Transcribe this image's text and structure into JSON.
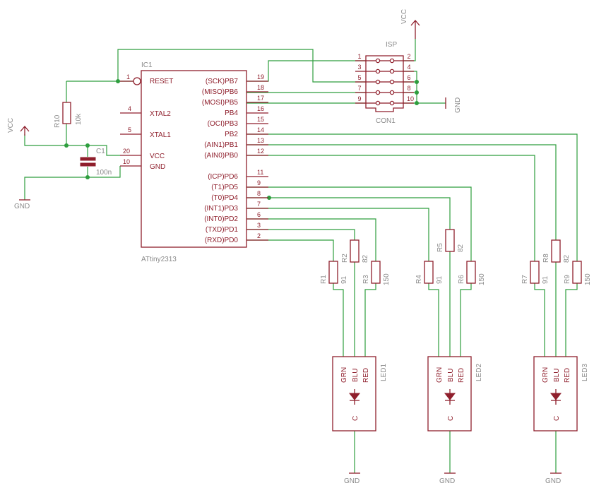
{
  "ic": {
    "name": "IC1",
    "part": "ATtiny2313",
    "left_pins": [
      {
        "num": "1",
        "label": "RESET"
      },
      {
        "num": "4",
        "label": "XTAL2"
      },
      {
        "num": "5",
        "label": "XTAL1"
      },
      {
        "num": "20",
        "label": "VCC"
      },
      {
        "num": "10",
        "label": "GND"
      }
    ],
    "right_pins": [
      {
        "num": "19",
        "label": "(SCK)PB7"
      },
      {
        "num": "18",
        "label": "(MISO)PB6"
      },
      {
        "num": "17",
        "label": "(MOSI)PB5"
      },
      {
        "num": "16",
        "label": "PB4"
      },
      {
        "num": "15",
        "label": "(OCI)PB3"
      },
      {
        "num": "14",
        "label": "PB2"
      },
      {
        "num": "13",
        "label": "(AIN1)PB1"
      },
      {
        "num": "12",
        "label": "(AIN0)PB0"
      },
      {
        "num": "11",
        "label": "(ICP)PD6"
      },
      {
        "num": "9",
        "label": "(T1)PD5"
      },
      {
        "num": "8",
        "label": "(T0)PD4"
      },
      {
        "num": "7",
        "label": "(INT1)PD3"
      },
      {
        "num": "6",
        "label": "(INT0)PD2"
      },
      {
        "num": "3",
        "label": "(TXD)PD1"
      },
      {
        "num": "2",
        "label": "(RXD)PD0"
      }
    ]
  },
  "isp": {
    "title": "ISP",
    "name": "CON1",
    "left_nums": [
      "1",
      "3",
      "5",
      "7",
      "9"
    ],
    "right_nums": [
      "2",
      "4",
      "6",
      "8",
      "10"
    ]
  },
  "supplies": {
    "vcc_top": "VCC",
    "vcc_left": "VCC",
    "gnd_isp": "GND",
    "gnd_left": "GND",
    "gnd_led1": "GND",
    "gnd_led2": "GND",
    "gnd_led3": "GND"
  },
  "r10": {
    "name": "R10",
    "value": "10k"
  },
  "c1": {
    "name": "C1",
    "value": "100n"
  },
  "resistors": [
    {
      "name": "R1",
      "value": "91"
    },
    {
      "name": "R2",
      "value": "82"
    },
    {
      "name": "R3",
      "value": "150"
    },
    {
      "name": "R4",
      "value": "91"
    },
    {
      "name": "R5",
      "value": "82"
    },
    {
      "name": "R6",
      "value": "150"
    },
    {
      "name": "R7",
      "value": "91"
    },
    {
      "name": "R8",
      "value": "82"
    },
    {
      "name": "R9",
      "value": "150"
    }
  ],
  "leds": [
    {
      "name": "LED1",
      "pins": [
        "GRN",
        "BLU",
        "RED"
      ],
      "common": "C"
    },
    {
      "name": "LED2",
      "pins": [
        "GRN",
        "BLU",
        "RED"
      ],
      "common": "C"
    },
    {
      "name": "LED3",
      "pins": [
        "GRN",
        "BLU",
        "RED"
      ],
      "common": "C"
    }
  ]
}
